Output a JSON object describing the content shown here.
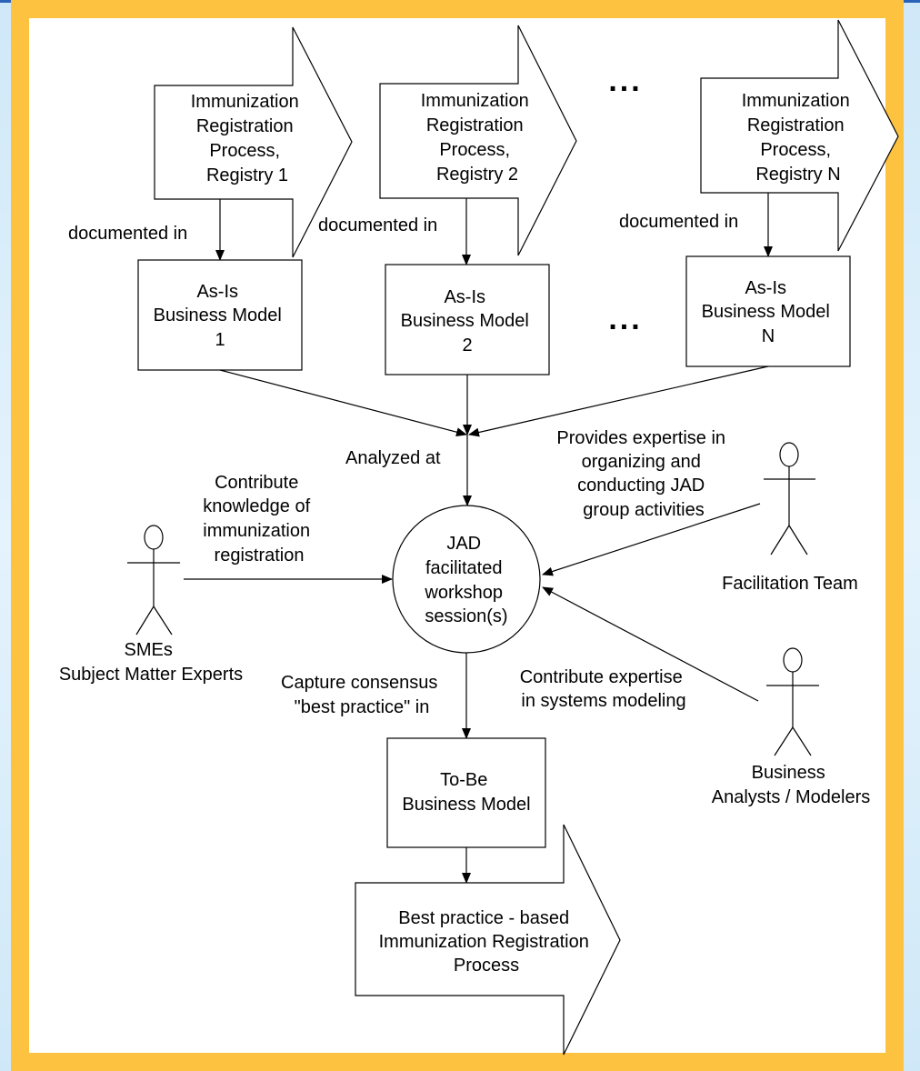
{
  "process_arrows": [
    {
      "lines": [
        "Immunization",
        "Registration",
        "Process,",
        "Registry 1"
      ]
    },
    {
      "lines": [
        "Immunization",
        "Registration",
        "Process,",
        "Registry 2"
      ]
    },
    {
      "lines": [
        "Immunization",
        "Registration",
        "Process,",
        "Registry N"
      ]
    }
  ],
  "ellipsis": "...",
  "documented_label": "documented in",
  "as_is_models": [
    {
      "lines": [
        "As-Is",
        "Business Model",
        "1"
      ]
    },
    {
      "lines": [
        "As-Is",
        "Business Model",
        "2"
      ]
    },
    {
      "lines": [
        "As-Is",
        "Business Model",
        "N"
      ]
    }
  ],
  "analyzed_label": "Analyzed  at",
  "expertise_label": [
    "Provides expertise in",
    "organizing and",
    "conducting JAD",
    "group activities"
  ],
  "workshop": {
    "lines": [
      "JAD",
      "facilitated",
      "workshop",
      "session(s)"
    ]
  },
  "smes_contribution": [
    "Contribute",
    "knowledge of",
    "immunization",
    "registration"
  ],
  "actors": {
    "smes": [
      "SMEs",
      "Subject Matter Experts"
    ],
    "facilitation": [
      "Facilitation Team"
    ],
    "analysts": [
      "Business",
      "Analysts / Modelers"
    ]
  },
  "capture_label": [
    "Capture consensus",
    "\"best practice\" in"
  ],
  "modeling_label": [
    "Contribute expertise",
    "in systems modeling"
  ],
  "to_be_model": {
    "lines": [
      "To-Be",
      "Business Model"
    ]
  },
  "final_process": {
    "lines": [
      "Best practice - based",
      "Immunization Registration",
      "Process"
    ]
  }
}
